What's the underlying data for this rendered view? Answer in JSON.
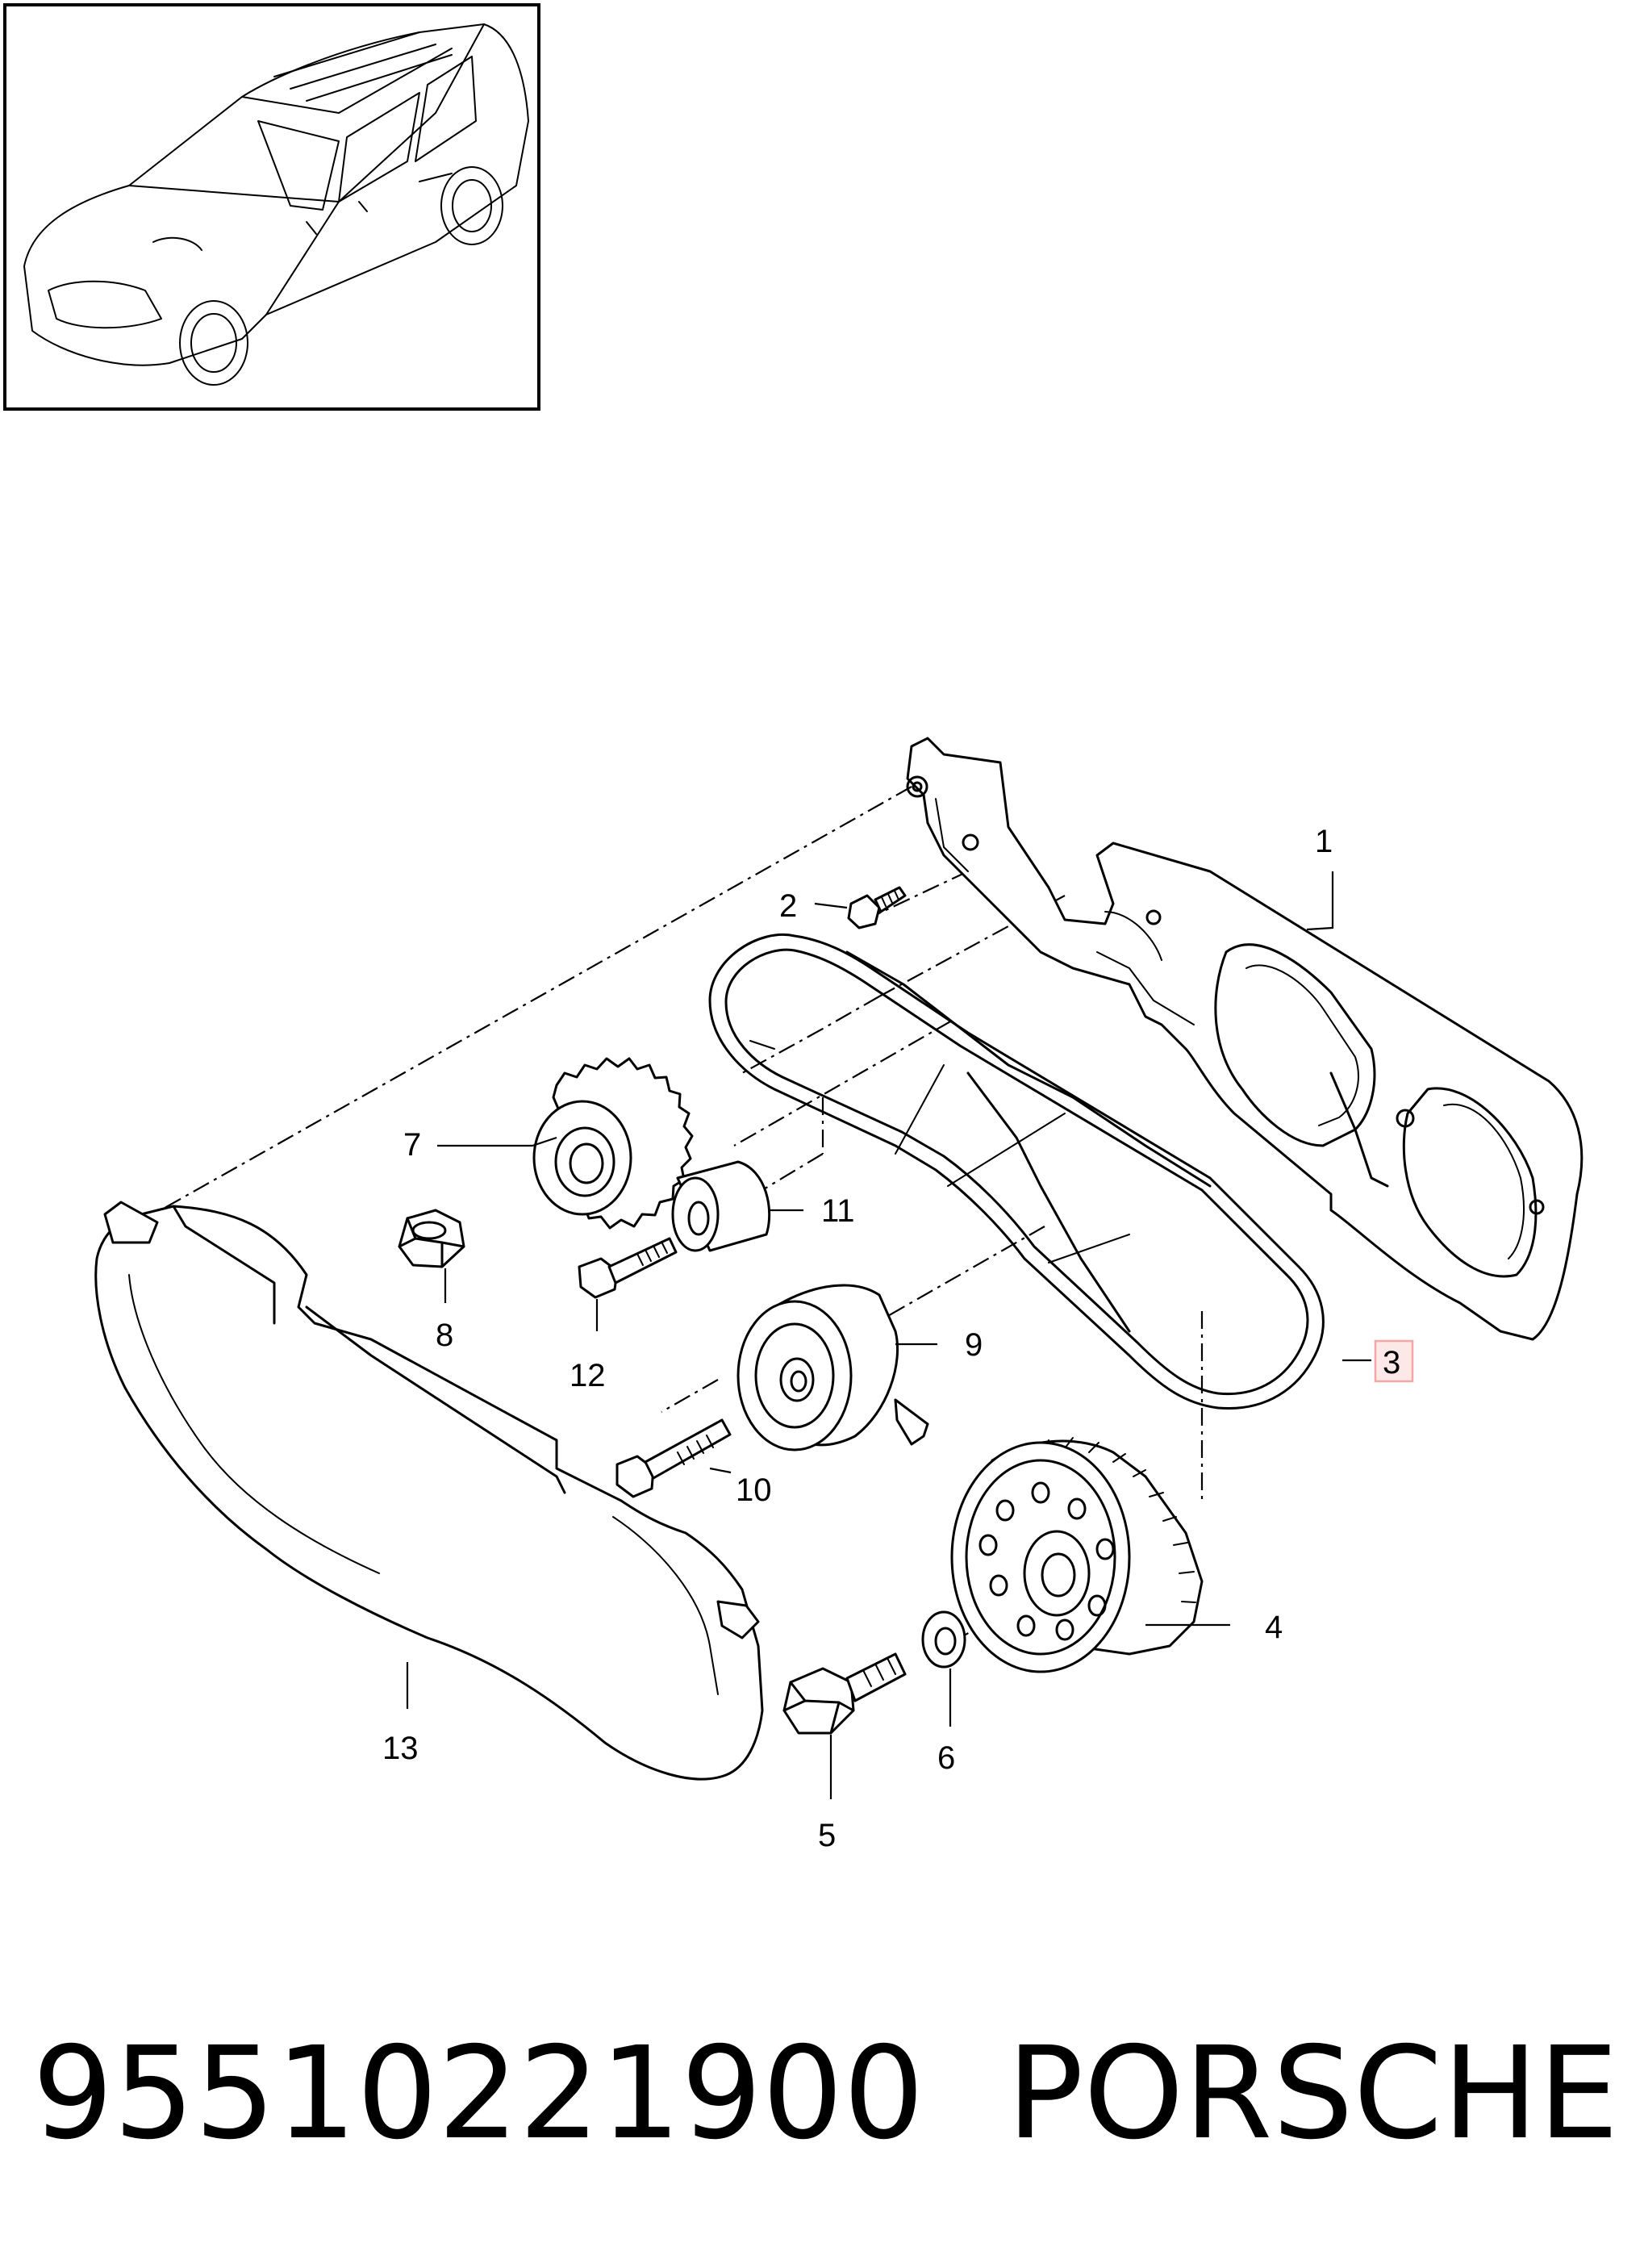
{
  "part_number": "95510221900",
  "brand": "PORSCHE",
  "highlighted_callout": "3",
  "callouts": [
    "1",
    "2",
    "3",
    "4",
    "5",
    "6",
    "7",
    "8",
    "9",
    "10",
    "11",
    "12",
    "13"
  ],
  "colors": {
    "highlight_box": "#f4a6a6",
    "highlight_fill": "#fde8e8"
  }
}
